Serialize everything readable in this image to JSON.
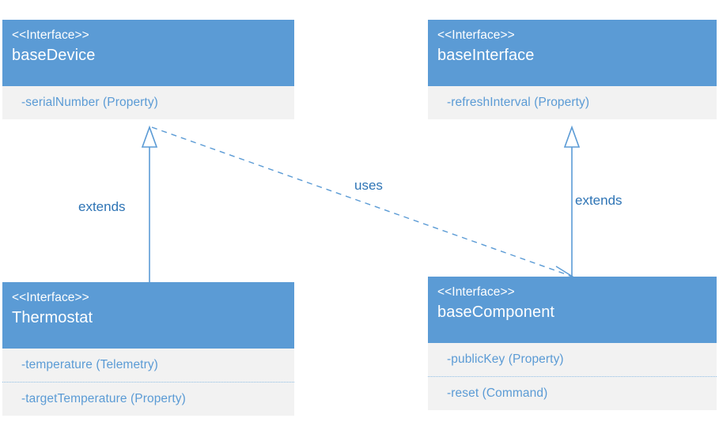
{
  "diagram": {
    "type": "uml-class-diagram",
    "title": "",
    "colors": {
      "header_fill": "#5B9BD5",
      "body_fill": "#F2F2F2",
      "header_text": "#FFFFFF",
      "member_text": "#5B9BD5",
      "connector": "#5B9BD5",
      "label_text": "#2E74B5",
      "separator": "#8FBEE5"
    },
    "classes": [
      {
        "id": "baseDevice",
        "stereotype": "<<Interface>>",
        "name": "baseDevice",
        "members": [
          "-serialNumber (Property)"
        ]
      },
      {
        "id": "baseInterface",
        "stereotype": "<<Interface>>",
        "name": "baseInterface",
        "members": [
          "-refreshInterval (Property)"
        ]
      },
      {
        "id": "Thermostat",
        "stereotype": "<<Interface>>",
        "name": "Thermostat",
        "members": [
          "-temperature (Telemetry)",
          "-targetTemperature (Property)"
        ]
      },
      {
        "id": "baseComponent",
        "stereotype": "<<Interface>>",
        "name": "baseComponent",
        "members": [
          "-publicKey (Property)",
          "-reset (Command)"
        ]
      }
    ],
    "relationships": [
      {
        "id": "thermostat-extends-basedevice",
        "label": "extends",
        "kind": "generalization",
        "line": "solid",
        "arrow": "hollow-triangle",
        "from": "Thermostat",
        "to": "baseDevice"
      },
      {
        "id": "basecomponent-extends-baseinterface",
        "label": "extends",
        "kind": "generalization",
        "line": "solid",
        "arrow": "hollow-triangle",
        "from": "baseComponent",
        "to": "baseInterface"
      },
      {
        "id": "basedevice-uses-basecomponent",
        "label": "uses",
        "kind": "dependency",
        "line": "dashed",
        "arrow": "open",
        "from": "baseDevice",
        "to": "baseComponent"
      }
    ]
  }
}
